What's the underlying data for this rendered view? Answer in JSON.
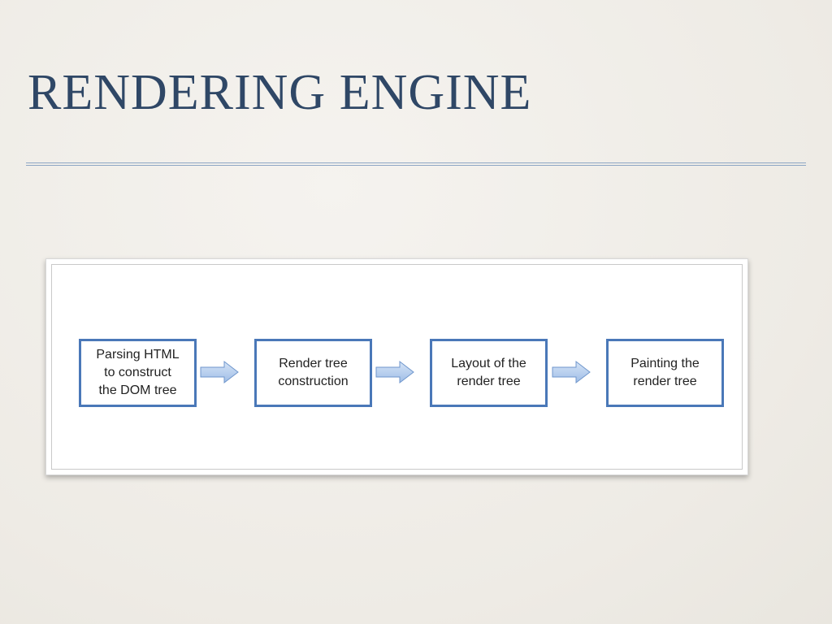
{
  "slide": {
    "title": "RENDERING ENGINE"
  },
  "flow": {
    "steps": [
      {
        "label": "Parsing HTML\nto construct\nthe DOM tree"
      },
      {
        "label": "Render tree\nconstruction"
      },
      {
        "label": "Layout of the\nrender tree"
      },
      {
        "label": "Painting the\nrender tree"
      }
    ],
    "colors": {
      "box_border": "#4a78b8",
      "arrow_fill": "#b9d0ee",
      "title": "#2f4766"
    }
  }
}
